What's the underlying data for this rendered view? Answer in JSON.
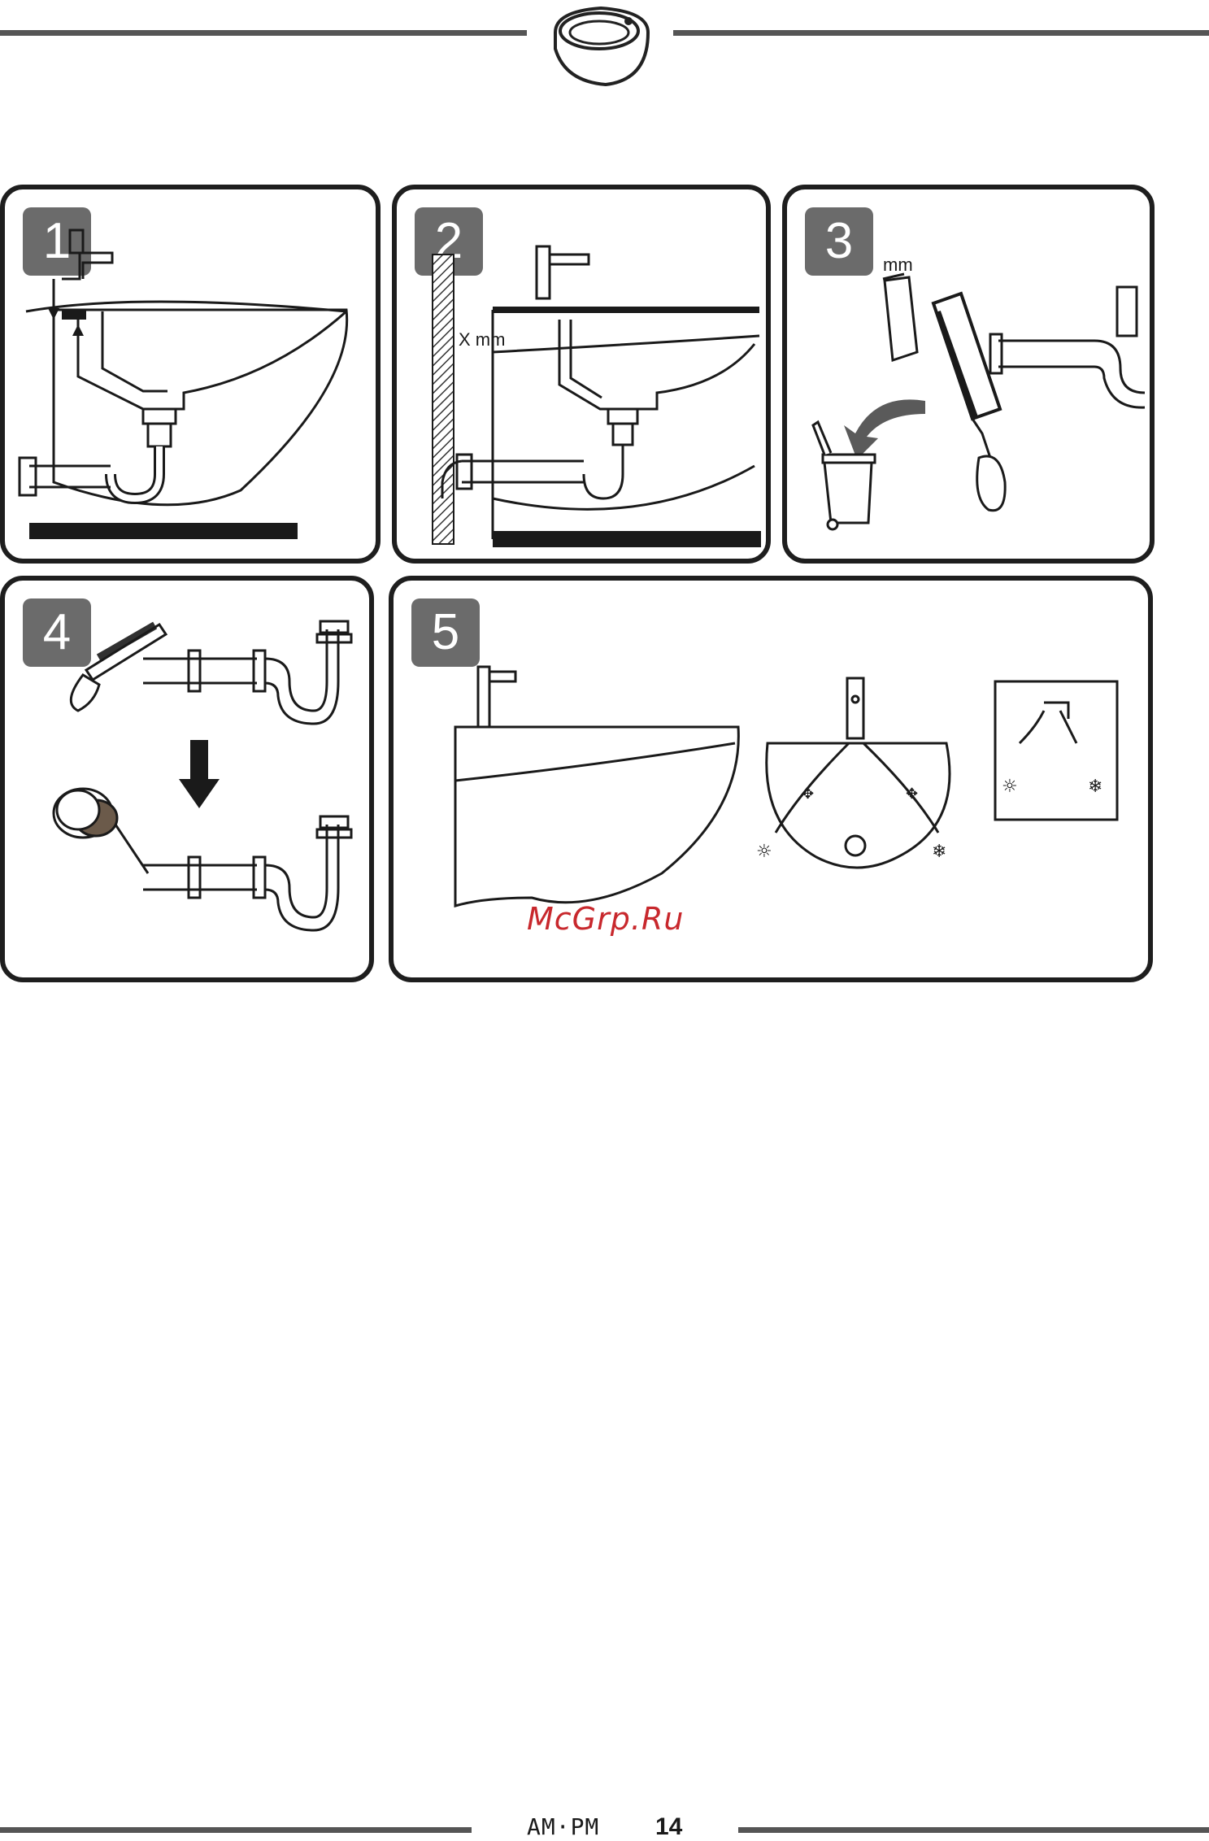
{
  "header": {
    "icon": "wall-hung-basin-icon"
  },
  "steps": [
    {
      "number": "1",
      "labels": []
    },
    {
      "number": "2",
      "labels": [
        "X mm"
      ]
    },
    {
      "number": "3",
      "labels": [
        "mm"
      ]
    },
    {
      "number": "4",
      "labels": []
    },
    {
      "number": "5",
      "labels": []
    }
  ],
  "watermark": "McGrp.Ru",
  "footer": {
    "brand": "AM·PM",
    "page": "14"
  },
  "colors": {
    "rule": "#555555",
    "badge": "#6b6b6b",
    "watermark": "#c8282d",
    "outline": "#1e1e1e"
  }
}
